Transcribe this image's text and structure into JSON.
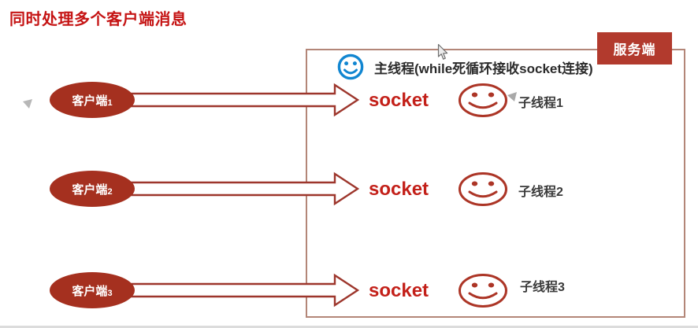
{
  "title": "同时处理多个客户端消息",
  "server": {
    "tab_label": "服务端",
    "main_thread_label": "主线程(while死循环接收socket连接)"
  },
  "rows": [
    {
      "client_text": "客户端",
      "client_num": "1",
      "socket_label": "socket",
      "thread_label": "子线程1"
    },
    {
      "client_text": "客户端",
      "client_num": "2",
      "socket_label": "socket",
      "thread_label": "子线程2"
    },
    {
      "client_text": "客户端",
      "client_num": "3",
      "socket_label": "socket",
      "thread_label": "子线程3"
    }
  ],
  "icons": {
    "main_thread_icon": "blue-smiley-face",
    "child_thread_icon": "red-smiley-face",
    "pointer_icon": "mouse-cursor-arrow",
    "marker_icon": "small-gray-triangle"
  },
  "colors": {
    "title_red": "#c51414",
    "client_ellipse_red": "#a5301f",
    "server_tab_red": "#b23a2d",
    "box_border": "#b38678",
    "arrow_outline_red": "#9d362c",
    "socket_text_red": "#c32019",
    "smiley_red": "#ac3526",
    "smiley_blue": "#1186d1",
    "dark_text": "#2b2b2b"
  }
}
